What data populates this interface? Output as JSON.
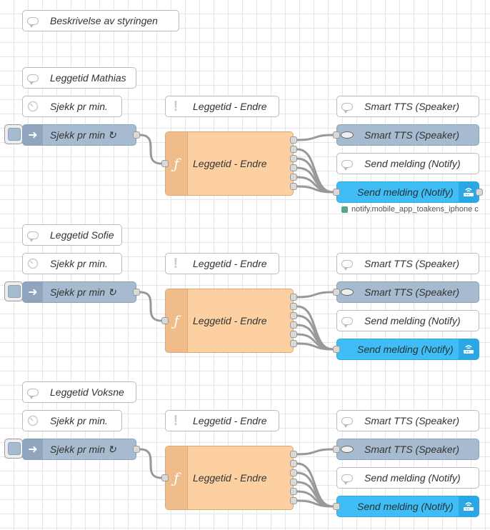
{
  "header_comment": "Beskrivelse av styringen",
  "groups": [
    {
      "title": "Leggetid Mathias",
      "comment_check": "Sjekk pr min.",
      "comment_func": "Leggetid - Endre",
      "comment_tts": "Smart TTS (Speaker)",
      "comment_notify": "Send melding (Notify)",
      "inject_label": "Sjekk pr min ↻",
      "function_label": "Leggetid - Endre",
      "tts_label": "Smart TTS (Speaker)",
      "notify_label": "Send melding (Notify)"
    },
    {
      "title": "Leggetid Sofie",
      "comment_check": "Sjekk pr min.",
      "comment_func": "Leggetid - Endre",
      "comment_tts": "Smart TTS (Speaker)",
      "comment_notify": "Send melding (Notify)",
      "inject_label": "Sjekk pr min ↻",
      "function_label": "Leggetid - Endre",
      "tts_label": "Smart TTS (Speaker)",
      "notify_label": "Send melding (Notify)"
    },
    {
      "title": "Leggetid Voksne",
      "comment_check": "Sjekk pr min.",
      "comment_func": "Leggetid - Endre",
      "comment_tts": "Smart TTS (Speaker)",
      "comment_notify": "Send melding (Notify)",
      "inject_label": "Sjekk pr min ↻",
      "function_label": "Leggetid - Endre",
      "tts_label": "Smart TTS (Speaker)",
      "notify_label": "Send melding (Notify)"
    }
  ],
  "notify_status": "notify.mobile_app_toakens_iphone c",
  "colors": {
    "inject": "#a6bbcf",
    "function": "#fdd0a2",
    "notify": "#41bdf5",
    "wire": "#999999"
  },
  "icons": {
    "comment": "speech-bubble-icon",
    "inject": "arrow-right-icon",
    "function": "function-icon",
    "tts": "speaker-icon",
    "notify": "router-icon",
    "debug": "exclamation-icon",
    "timer": "timer-icon"
  }
}
